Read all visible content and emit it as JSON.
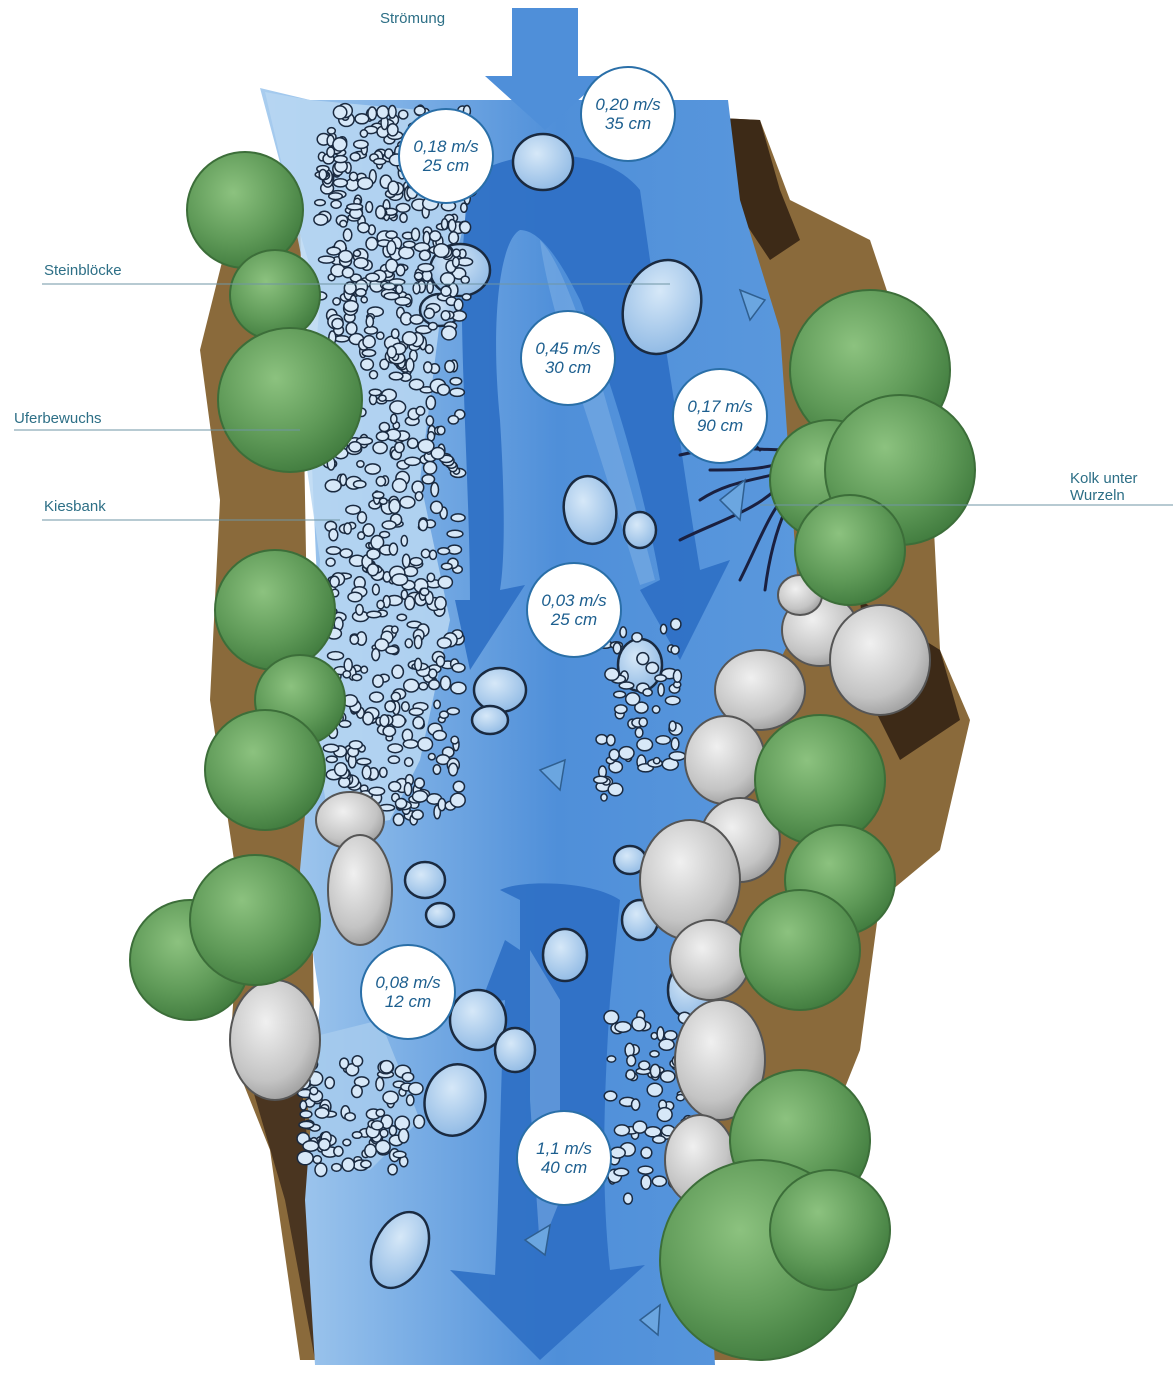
{
  "flow_label": "Strömung",
  "labels": {
    "steinbloecke": "Steinblöcke",
    "uferbewuchs": "Uferbewuchs",
    "kiesbank": "Kiesbank",
    "kolk_line1": "Kolk unter",
    "kolk_line2": "Wurzeln"
  },
  "measurements": [
    {
      "speed": "0,20 m/s",
      "depth": "35 cm"
    },
    {
      "speed": "0,18 m/s",
      "depth": "25 cm"
    },
    {
      "speed": "0,45 m/s",
      "depth": "30 cm"
    },
    {
      "speed": "0,17 m/s",
      "depth": "90 cm"
    },
    {
      "speed": "0,03 m/s",
      "depth": "25 cm"
    },
    {
      "speed": "0,08 m/s",
      "depth": "12 cm"
    },
    {
      "speed": "1,1 m/s",
      "depth": "40 cm"
    }
  ],
  "colors": {
    "water": "#4f8fd9",
    "water_light": "#8dbbe8",
    "current": "#2d6fc4",
    "bank": "#8a6a3b",
    "bank_dark": "#4a3520",
    "tree": "#5f9a58",
    "tree_dark": "#3f7a3d",
    "boulder": "#c9c9c9",
    "text": "#2d6f86"
  }
}
